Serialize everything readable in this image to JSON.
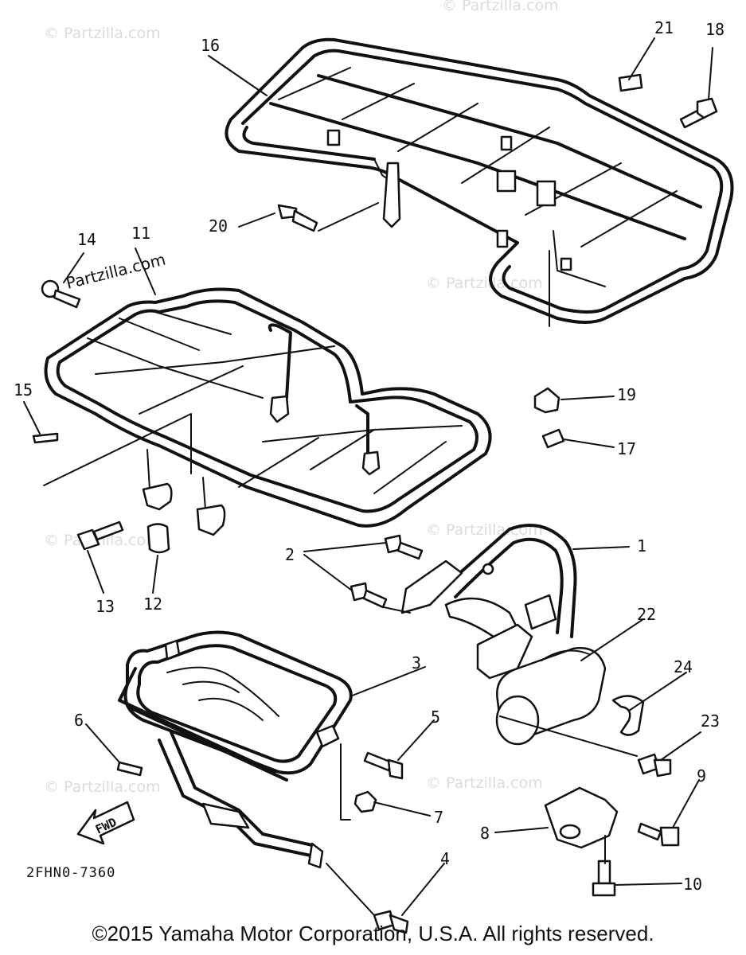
{
  "diagram_code": "2FHN0-7360",
  "copyright": "©2015 Yamaha Motor Corporation, U.S.A. All rights reserved.",
  "watermark": "© Partzilla.com",
  "watermark_dark": "Partzilla.com",
  "fwd_label": "FWD",
  "callouts": {
    "c1": "1",
    "c2": "2",
    "c3": "3",
    "c4": "4",
    "c5": "5",
    "c6": "6",
    "c7": "7",
    "c8": "8",
    "c9": "9",
    "c10": "10",
    "c11": "11",
    "c12": "12",
    "c13": "13",
    "c14": "14",
    "c15": "15",
    "c16": "16",
    "c17": "17",
    "c18": "18",
    "c19": "19",
    "c20": "20",
    "c21": "21",
    "c22": "22",
    "c23": "23",
    "c24": "24"
  }
}
